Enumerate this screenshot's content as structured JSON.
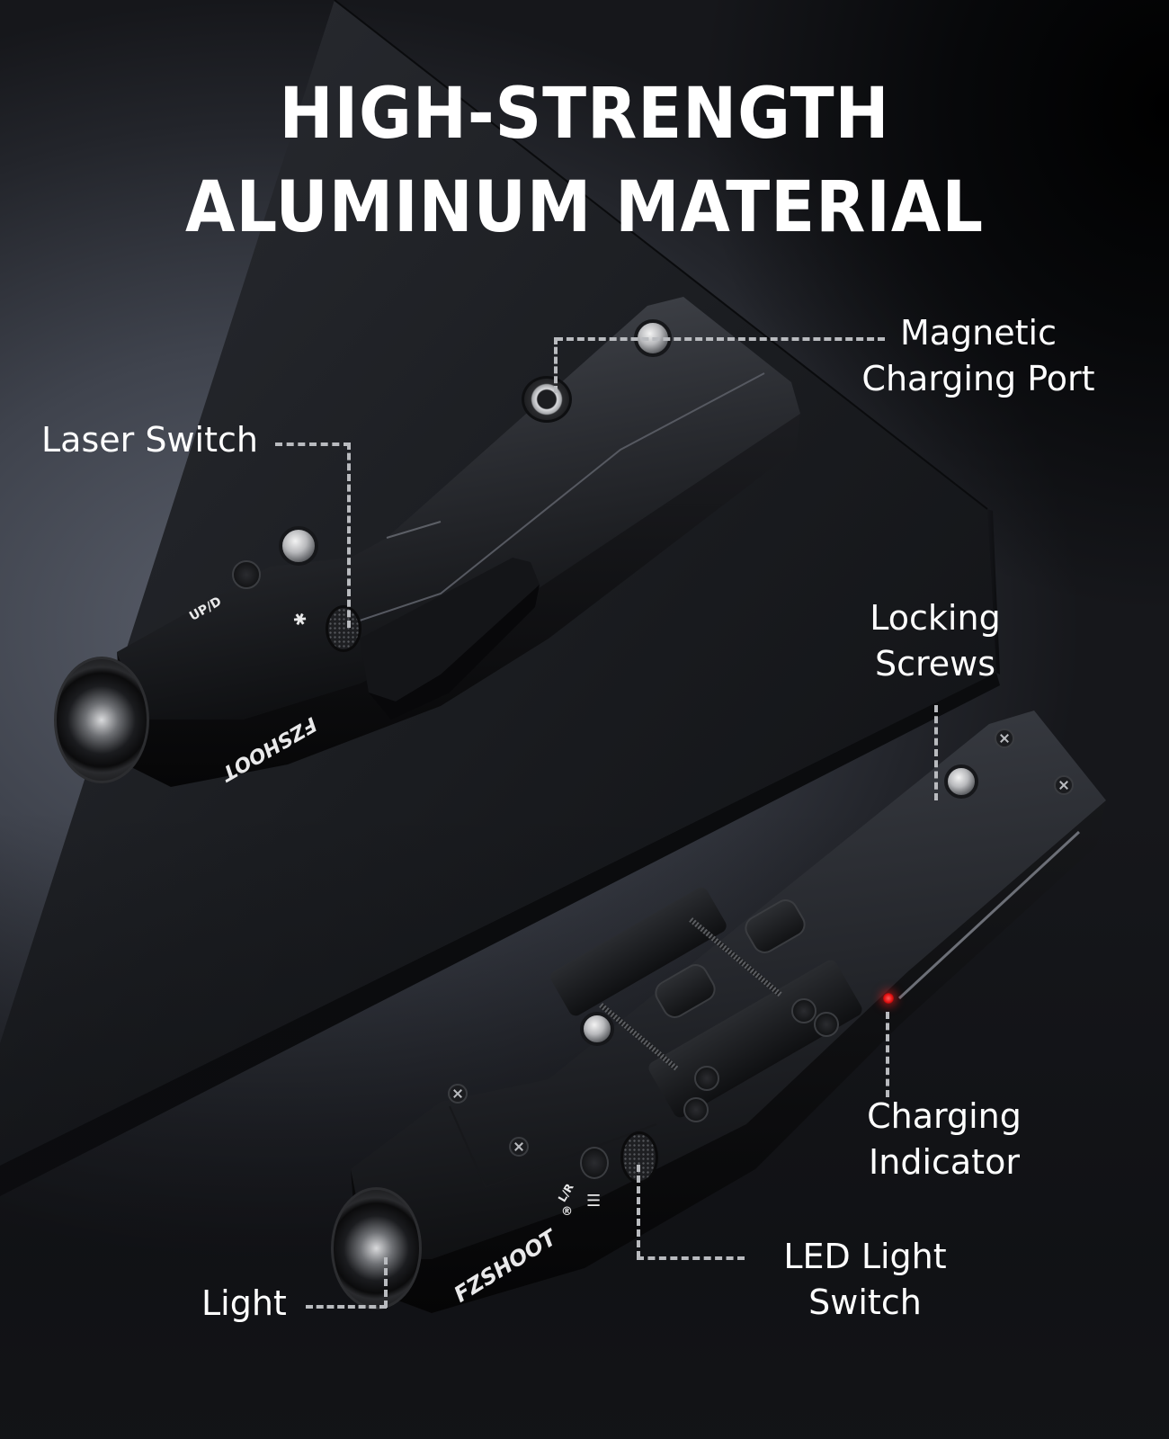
{
  "headline": {
    "line1": "HIGH-STRENGTH",
    "line2": "ALUMINUM MATERIAL"
  },
  "callouts": {
    "magnetic_charging_port": {
      "line1": "Magnetic",
      "line2": "Charging Port"
    },
    "laser_switch": {
      "line1": "Laser Switch"
    },
    "locking_screws": {
      "line1": "Locking",
      "line2": "Screws"
    },
    "charging_indicator": {
      "line1": "Charging",
      "line2": "Indicator"
    },
    "led_light_switch": {
      "line1": "LED Light",
      "line2": "Switch"
    },
    "light": {
      "line1": "Light"
    }
  },
  "product_markings": {
    "brand": "FZSHOOT",
    "registered_mark": "®",
    "top_unit_label": "UP/D",
    "bottom_unit_label": "L/R"
  },
  "colors": {
    "background": "#4a4e58",
    "plinth": "#1a1c20",
    "text": "#ffffff",
    "leader_line": "#b9bbbf",
    "indicator_led": "#e30f0f"
  }
}
